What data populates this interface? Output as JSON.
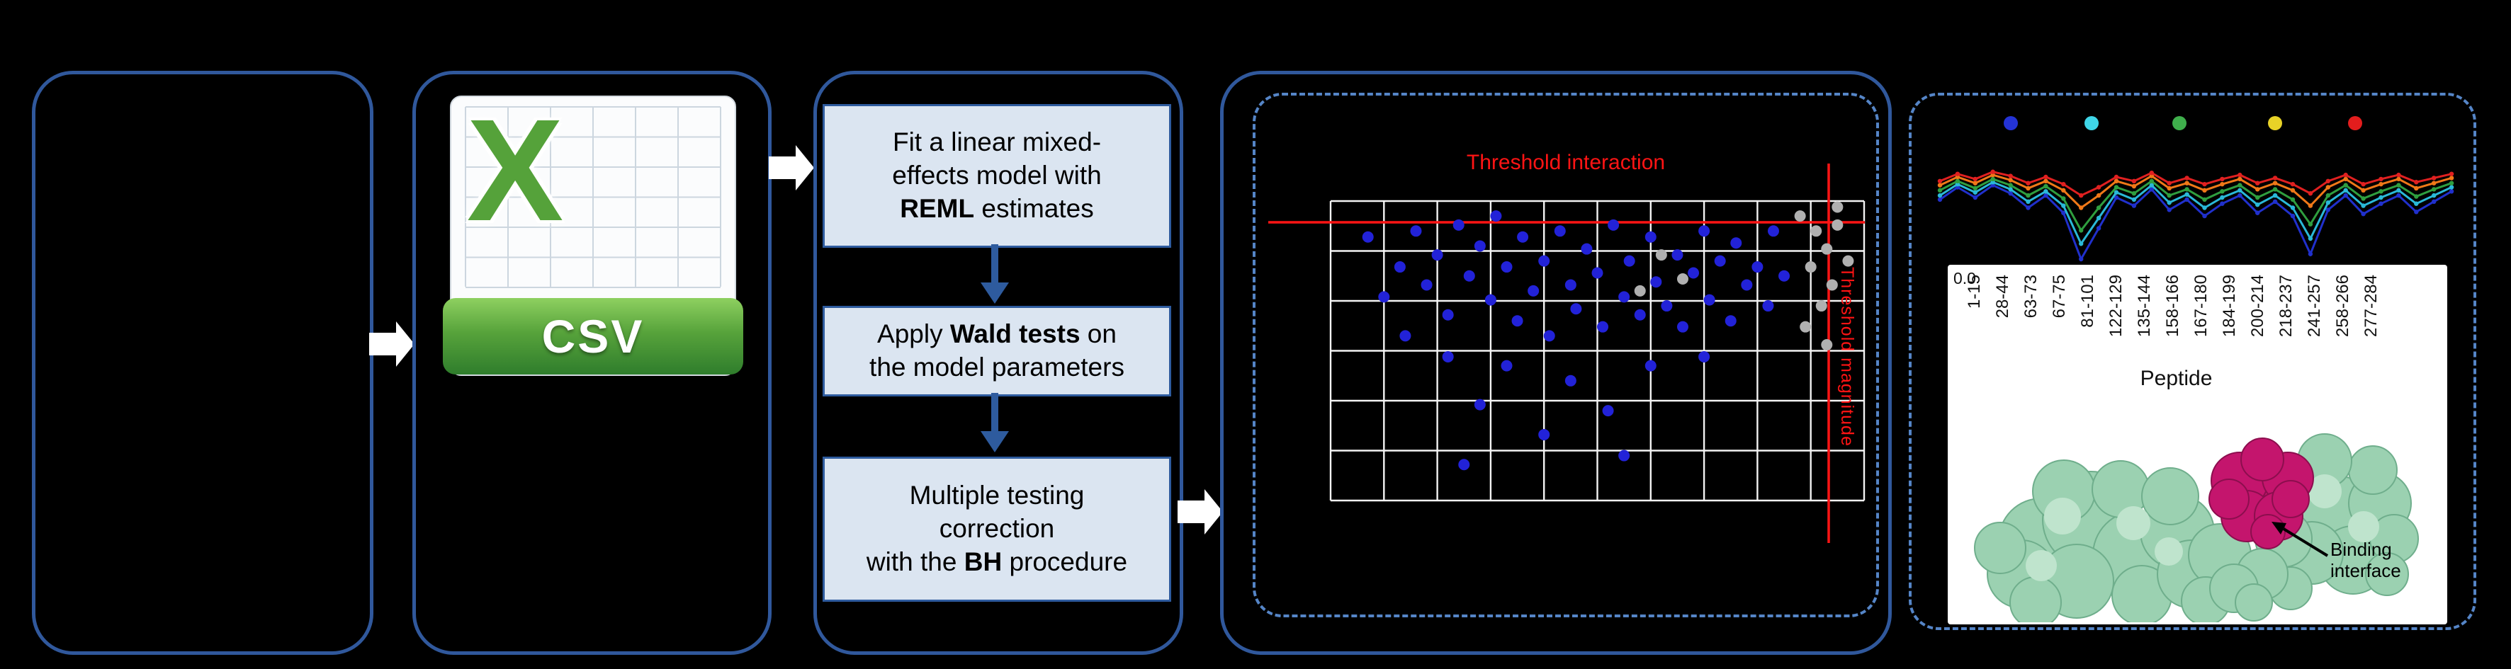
{
  "colors": {
    "panel_border": "#30589c",
    "dashed_border": "#5585c7",
    "step_fill": "#dbe5f1",
    "step_border": "#2e5b9e",
    "arrow_blue": "#2e5b9e",
    "threshold_red": "#ff1414",
    "grid_white": "#f4f4f4",
    "dot_blue": "#2222d8",
    "dot_grey": "#b0b0b0",
    "csv_green": "#55a23a"
  },
  "csv_icon": {
    "x_label": "X",
    "banner_label": "CSV"
  },
  "pipeline": {
    "steps": [
      {
        "segments": [
          {
            "t": "Fit a linear mixed-\neffects model with\n"
          },
          {
            "t": "REML",
            "b": true
          },
          {
            "t": " estimates"
          }
        ]
      },
      {
        "segments": [
          {
            "t": "Apply "
          },
          {
            "t": "Wald tests",
            "b": true
          },
          {
            "t": " on\nthe model parameters"
          }
        ]
      },
      {
        "segments": [
          {
            "t": "Multiple testing\ncorrection\nwith the "
          },
          {
            "t": "BH",
            "b": true
          },
          {
            "t": " procedure"
          }
        ]
      }
    ]
  },
  "scatter": {
    "title": "Threshold interaction",
    "side_label": "Threshold magnitude",
    "grid": {
      "cols": 10,
      "rows": 6
    },
    "blue_points": [
      [
        0.07,
        0.12
      ],
      [
        0.1,
        0.32
      ],
      [
        0.13,
        0.22
      ],
      [
        0.16,
        0.1
      ],
      [
        0.18,
        0.28
      ],
      [
        0.2,
        0.18
      ],
      [
        0.22,
        0.38
      ],
      [
        0.24,
        0.08
      ],
      [
        0.26,
        0.25
      ],
      [
        0.28,
        0.15
      ],
      [
        0.3,
        0.33
      ],
      [
        0.31,
        0.05
      ],
      [
        0.33,
        0.22
      ],
      [
        0.35,
        0.4
      ],
      [
        0.36,
        0.12
      ],
      [
        0.38,
        0.3
      ],
      [
        0.4,
        0.2
      ],
      [
        0.41,
        0.45
      ],
      [
        0.43,
        0.1
      ],
      [
        0.45,
        0.28
      ],
      [
        0.46,
        0.36
      ],
      [
        0.48,
        0.16
      ],
      [
        0.5,
        0.24
      ],
      [
        0.51,
        0.42
      ],
      [
        0.53,
        0.08
      ],
      [
        0.55,
        0.32
      ],
      [
        0.56,
        0.2
      ],
      [
        0.58,
        0.38
      ],
      [
        0.6,
        0.12
      ],
      [
        0.61,
        0.27
      ],
      [
        0.63,
        0.35
      ],
      [
        0.65,
        0.18
      ],
      [
        0.66,
        0.42
      ],
      [
        0.68,
        0.24
      ],
      [
        0.7,
        0.1
      ],
      [
        0.71,
        0.33
      ],
      [
        0.73,
        0.2
      ],
      [
        0.75,
        0.4
      ],
      [
        0.76,
        0.14
      ],
      [
        0.78,
        0.28
      ],
      [
        0.8,
        0.22
      ],
      [
        0.82,
        0.35
      ],
      [
        0.83,
        0.1
      ],
      [
        0.85,
        0.25
      ],
      [
        0.33,
        0.55
      ],
      [
        0.45,
        0.6
      ],
      [
        0.52,
        0.7
      ],
      [
        0.28,
        0.68
      ],
      [
        0.6,
        0.55
      ],
      [
        0.14,
        0.45
      ],
      [
        0.22,
        0.52
      ],
      [
        0.7,
        0.52
      ],
      [
        0.4,
        0.78
      ],
      [
        0.55,
        0.85
      ],
      [
        0.25,
        0.88
      ]
    ],
    "grey_points": [
      [
        0.88,
        0.05
      ],
      [
        0.91,
        0.1
      ],
      [
        0.93,
        0.16
      ],
      [
        0.9,
        0.22
      ],
      [
        0.94,
        0.28
      ],
      [
        0.92,
        0.35
      ],
      [
        0.89,
        0.42
      ],
      [
        0.95,
        0.08
      ],
      [
        0.93,
        0.48
      ],
      [
        0.97,
        0.2
      ],
      [
        0.95,
        0.02
      ],
      [
        0.62,
        0.18
      ],
      [
        0.66,
        0.26
      ],
      [
        0.58,
        0.3
      ]
    ]
  },
  "profile": {
    "legend_dot_colors": [
      "#2433d6",
      "#3fd6e8",
      "#3faf4c",
      "#e8d227",
      "#e31d1d"
    ],
    "series": [
      {
        "color": "#2030cc",
        "values": [
          0.42,
          0.3,
          0.4,
          0.28,
          0.36,
          0.5,
          0.38,
          0.55,
          1.0,
          0.7,
          0.4,
          0.48,
          0.32,
          0.52,
          0.42,
          0.58,
          0.46,
          0.38,
          0.55,
          0.44,
          0.58,
          0.95,
          0.52,
          0.38,
          0.56,
          0.46,
          0.38,
          0.54,
          0.44,
          0.34
        ]
      },
      {
        "color": "#2ab8d8",
        "values": [
          0.38,
          0.27,
          0.35,
          0.25,
          0.32,
          0.44,
          0.34,
          0.48,
          0.85,
          0.6,
          0.35,
          0.42,
          0.28,
          0.45,
          0.37,
          0.5,
          0.4,
          0.33,
          0.47,
          0.38,
          0.5,
          0.8,
          0.45,
          0.33,
          0.48,
          0.4,
          0.33,
          0.46,
          0.38,
          0.3
        ]
      },
      {
        "color": "#2f9e3f",
        "values": [
          0.33,
          0.24,
          0.31,
          0.22,
          0.28,
          0.38,
          0.29,
          0.41,
          0.72,
          0.5,
          0.3,
          0.36,
          0.24,
          0.38,
          0.32,
          0.42,
          0.34,
          0.28,
          0.4,
          0.32,
          0.42,
          0.66,
          0.38,
          0.28,
          0.41,
          0.34,
          0.28,
          0.39,
          0.32,
          0.26
        ]
      },
      {
        "color": "#f07818",
        "values": [
          0.28,
          0.2,
          0.26,
          0.18,
          0.23,
          0.31,
          0.24,
          0.33,
          0.5,
          0.38,
          0.24,
          0.29,
          0.19,
          0.31,
          0.26,
          0.33,
          0.27,
          0.22,
          0.32,
          0.26,
          0.33,
          0.48,
          0.3,
          0.22,
          0.33,
          0.27,
          0.22,
          0.31,
          0.26,
          0.21
        ]
      },
      {
        "color": "#e02020",
        "values": [
          0.24,
          0.17,
          0.22,
          0.15,
          0.19,
          0.26,
          0.2,
          0.27,
          0.38,
          0.3,
          0.2,
          0.24,
          0.16,
          0.26,
          0.21,
          0.27,
          0.22,
          0.18,
          0.26,
          0.21,
          0.27,
          0.36,
          0.24,
          0.18,
          0.27,
          0.22,
          0.18,
          0.25,
          0.21,
          0.17
        ]
      }
    ],
    "y_tick": "0.0",
    "x_labels": [
      "1-15",
      "28-44",
      "63-73",
      "67-75",
      "81-101",
      "122-129",
      "135-144",
      "158-166",
      "167-180",
      "184-199",
      "200-214",
      "218-237",
      "241-257",
      "258-266",
      "277-284"
    ],
    "x_axis_title": "Peptide"
  },
  "protein": {
    "annotation": "Binding\ninterface"
  }
}
